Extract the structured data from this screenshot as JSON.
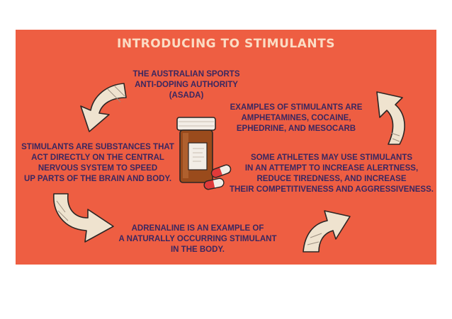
{
  "title": "INTRODUCING TO STIMULANTS",
  "asada": {
    "lines": [
      "THE AUSTRALIAN SPORTS",
      "ANTI-DOPING AUTHORITY",
      "(ASADA)"
    ]
  },
  "examples": {
    "lines": [
      "EXAMPLES OF STIMULANTS ARE",
      "AMPHETAMINES, COCAINE,",
      "EPHEDRINE, AND MESOCARB"
    ]
  },
  "definition": {
    "lines": [
      "STIMULANTS ARE SUBSTANCES THAT",
      "ACT DIRECTLY ON THE CENTRAL",
      "NERVOUS SYSTEM TO SPEED",
      "UP PARTS OF THE BRAIN AND BODY."
    ]
  },
  "athletes": {
    "lines": [
      "SOME ATHLETES MAY USE STIMULANTS",
      "IN AN ATTEMPT TO INCREASE ALERTNESS,",
      "REDUCE TIREDNESS, AND INCREASE",
      "THEIR COMPETITIVENESS AND AGGRESSIVENESS."
    ]
  },
  "adrenaline": {
    "lines": [
      "ADRENALINE IS AN EXAMPLE OF",
      "A NATURALLY OCCURRING STIMULANT",
      "IN THE BODY."
    ]
  },
  "colors": {
    "background": "#ee5e42",
    "title": "#fbdcc4",
    "text": "#3a2760",
    "arrow": "#efe3cf"
  },
  "icons": [
    "curved-arrow-icon",
    "pill-bottle-icon",
    "capsule-icon"
  ]
}
